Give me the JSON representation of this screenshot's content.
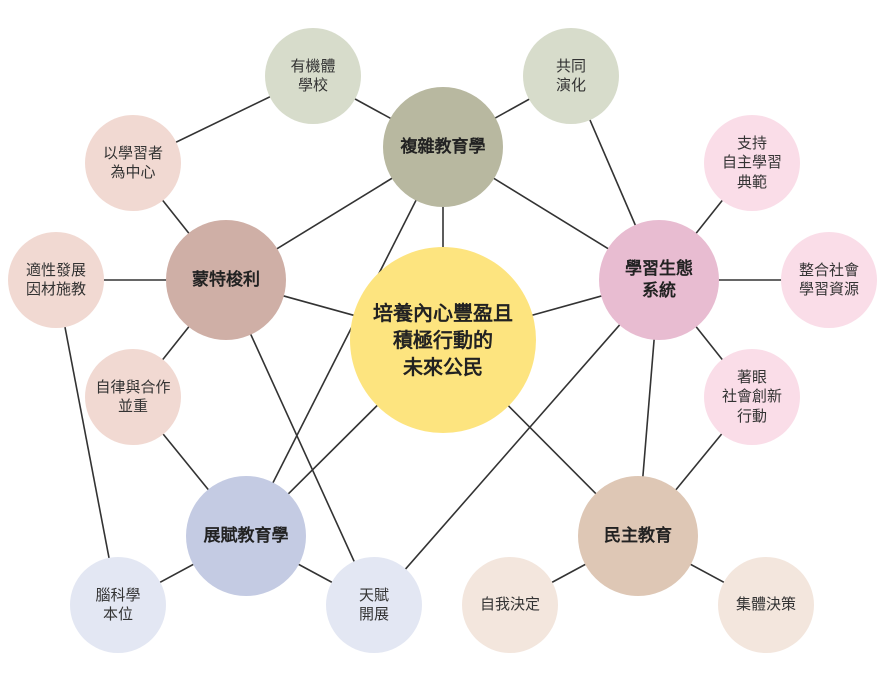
{
  "diagram": {
    "center": {
      "id": "center",
      "label": "培養內心豐盈且\n積極行動的\n未來公民",
      "color": "#FDE47F"
    },
    "hubs": [
      {
        "id": "complex",
        "label": "複雜教育學",
        "color": "#B8B8A0"
      },
      {
        "id": "montessori",
        "label": "蒙特梭利",
        "color": "#CFAFA6"
      },
      {
        "id": "ecology",
        "label": "學習生態\n系統",
        "color": "#E8BCD1"
      },
      {
        "id": "talent",
        "label": "展賦教育學",
        "color": "#C4CBE3"
      },
      {
        "id": "democracy",
        "label": "民主教育",
        "color": "#DEC7B5"
      }
    ],
    "leaves": [
      {
        "id": "organic",
        "label": "有機體\n學校",
        "color": "#D7DCCB"
      },
      {
        "id": "coevolve",
        "label": "共同\n演化",
        "color": "#D7DCCB"
      },
      {
        "id": "learner",
        "label": "以學習者\n為中心",
        "color": "#F1D9D2"
      },
      {
        "id": "adaptive",
        "label": "適性發展\n因材施教",
        "color": "#F1D9D2"
      },
      {
        "id": "selfdisc",
        "label": "自律與合作\n並重",
        "color": "#F1D9D2"
      },
      {
        "id": "support",
        "label": "支持\n自主學習\n典範",
        "color": "#FADDE8"
      },
      {
        "id": "integrate",
        "label": "整合社會\n學習資源",
        "color": "#FADDE8"
      },
      {
        "id": "action",
        "label": "著眼\n社會創新\n行動",
        "color": "#FADDE8"
      },
      {
        "id": "brain",
        "label": "腦科學\n本位",
        "color": "#E3E7F3"
      },
      {
        "id": "gift",
        "label": "天賦\n開展",
        "color": "#E3E7F3"
      },
      {
        "id": "selfdet",
        "label": "自我決定",
        "color": "#F3E6DD"
      },
      {
        "id": "collective",
        "label": "集體決策",
        "color": "#F3E6DD"
      }
    ],
    "edges": [
      [
        "center",
        "complex"
      ],
      [
        "center",
        "montessori"
      ],
      [
        "center",
        "ecology"
      ],
      [
        "center",
        "talent"
      ],
      [
        "center",
        "democracy"
      ],
      [
        "complex",
        "organic"
      ],
      [
        "complex",
        "coevolve"
      ],
      [
        "complex",
        "ecology"
      ],
      [
        "complex",
        "montessori"
      ],
      [
        "complex",
        "talent"
      ],
      [
        "organic",
        "learner"
      ],
      [
        "learner",
        "montessori"
      ],
      [
        "montessori",
        "adaptive"
      ],
      [
        "montessori",
        "selfdisc"
      ],
      [
        "montessori",
        "gift"
      ],
      [
        "selfdisc",
        "talent"
      ],
      [
        "adaptive",
        "brain"
      ],
      [
        "coevolve",
        "ecology"
      ],
      [
        "ecology",
        "support"
      ],
      [
        "ecology",
        "integrate"
      ],
      [
        "ecology",
        "action"
      ],
      [
        "ecology",
        "democracy"
      ],
      [
        "ecology",
        "gift"
      ],
      [
        "action",
        "democracy"
      ],
      [
        "democracy",
        "selfdet"
      ],
      [
        "democracy",
        "collective"
      ],
      [
        "talent",
        "brain"
      ],
      [
        "talent",
        "gift"
      ]
    ],
    "line_color": "#333333"
  }
}
